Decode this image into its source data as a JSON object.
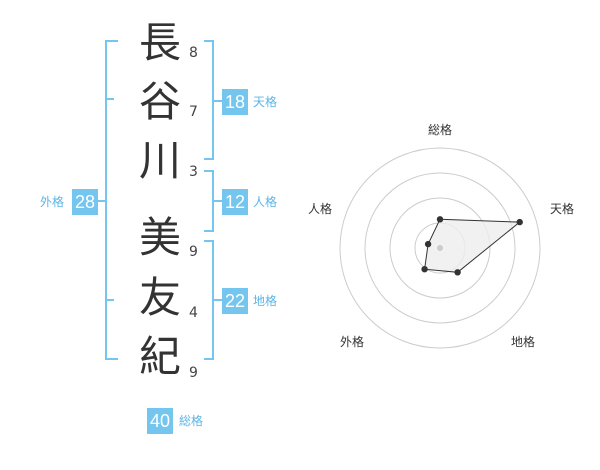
{
  "name": {
    "characters": [
      {
        "char": "長",
        "strokes": "8"
      },
      {
        "char": "谷",
        "strokes": "7"
      },
      {
        "char": "川",
        "strokes": "3"
      },
      {
        "char": "美",
        "strokes": "9"
      },
      {
        "char": "友",
        "strokes": "4"
      },
      {
        "char": "紀",
        "strokes": "9"
      }
    ]
  },
  "kakusu": {
    "tenkaku": {
      "value": "18",
      "label": "天格"
    },
    "jinkaku": {
      "value": "12",
      "label": "人格"
    },
    "chikaku": {
      "value": "22",
      "label": "地格"
    },
    "gaikaku": {
      "value": "28",
      "label": "外格"
    },
    "soukaku": {
      "value": "40",
      "label": "総格"
    }
  },
  "chart_data": {
    "type": "radar",
    "axes": [
      "総格",
      "天格",
      "地格",
      "外格",
      "人格"
    ],
    "values": [
      1.15,
      3.35,
      1.2,
      1.05,
      0.5
    ],
    "rmax": 4,
    "rings": 4,
    "colors": {
      "line": "#333333",
      "fill": "#eeeeee",
      "grid": "#cccccc"
    }
  }
}
